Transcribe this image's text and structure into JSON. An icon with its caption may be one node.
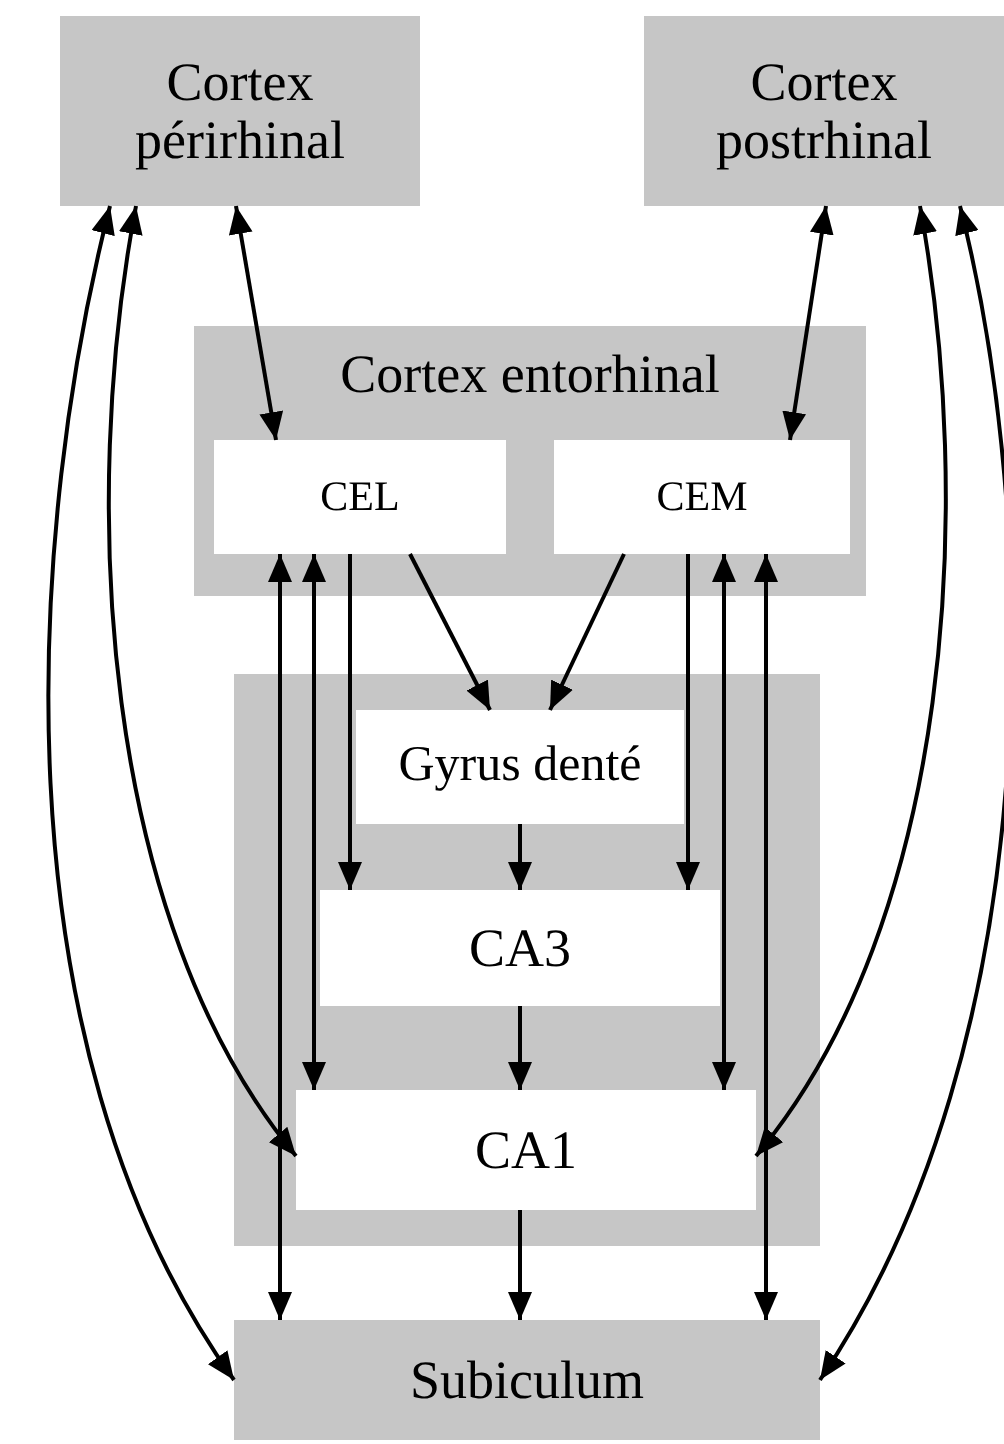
{
  "diagram": {
    "nodes": [
      {
        "text": [
          "Cortex périrhinal"
        ]
      },
      {
        "text": [
          "Cortex postrhinal"
        ]
      },
      {
        "text": [
          "Cortex entorhinal"
        ]
      },
      {
        "text": [
          "CEL"
        ],
        "in": 2
      },
      {
        "text": [
          "CEM"
        ],
        "in": 2
      },
      {
        "text": [],
        "shape": "box"
      },
      {
        "text": [
          "Gyrus denté"
        ],
        "in": 5
      },
      {
        "text": [
          "CA3"
        ],
        "in": 5
      },
      {
        "text": [
          "CA1"
        ],
        "in": 5
      },
      {
        "text": [
          "Subiculum"
        ]
      }
    ],
    "edges": [
      {
        "from": 0,
        "to": 3,
        "arrow": "both"
      },
      {
        "from": 1,
        "to": 4,
        "arrow": "both"
      },
      {
        "from": 3,
        "to": 6,
        "arrow": "to"
      },
      {
        "from": 4,
        "to": 6,
        "arrow": "to"
      },
      {
        "from": 3,
        "to": 7,
        "arrow": "to"
      },
      {
        "from": 4,
        "to": 7,
        "arrow": "to"
      },
      {
        "from": 6,
        "to": 7,
        "arrow": "to"
      },
      {
        "from": 7,
        "to": 8,
        "arrow": "to"
      },
      {
        "from": 8,
        "to": 9,
        "arrow": "to"
      },
      {
        "from": 3,
        "to": 8,
        "arrow": "both"
      },
      {
        "from": 3,
        "to": 9,
        "arrow": "both"
      },
      {
        "from": 4,
        "to": 8,
        "arrow": "both"
      },
      {
        "from": 4,
        "to": 9,
        "arrow": "both"
      },
      {
        "from": 0,
        "to": 8,
        "arrow": "both"
      },
      {
        "from": 0,
        "to": 9,
        "arrow": "both"
      },
      {
        "from": 1,
        "to": 8,
        "arrow": "both"
      },
      {
        "from": 1,
        "to": 9,
        "arrow": "both"
      }
    ]
  }
}
